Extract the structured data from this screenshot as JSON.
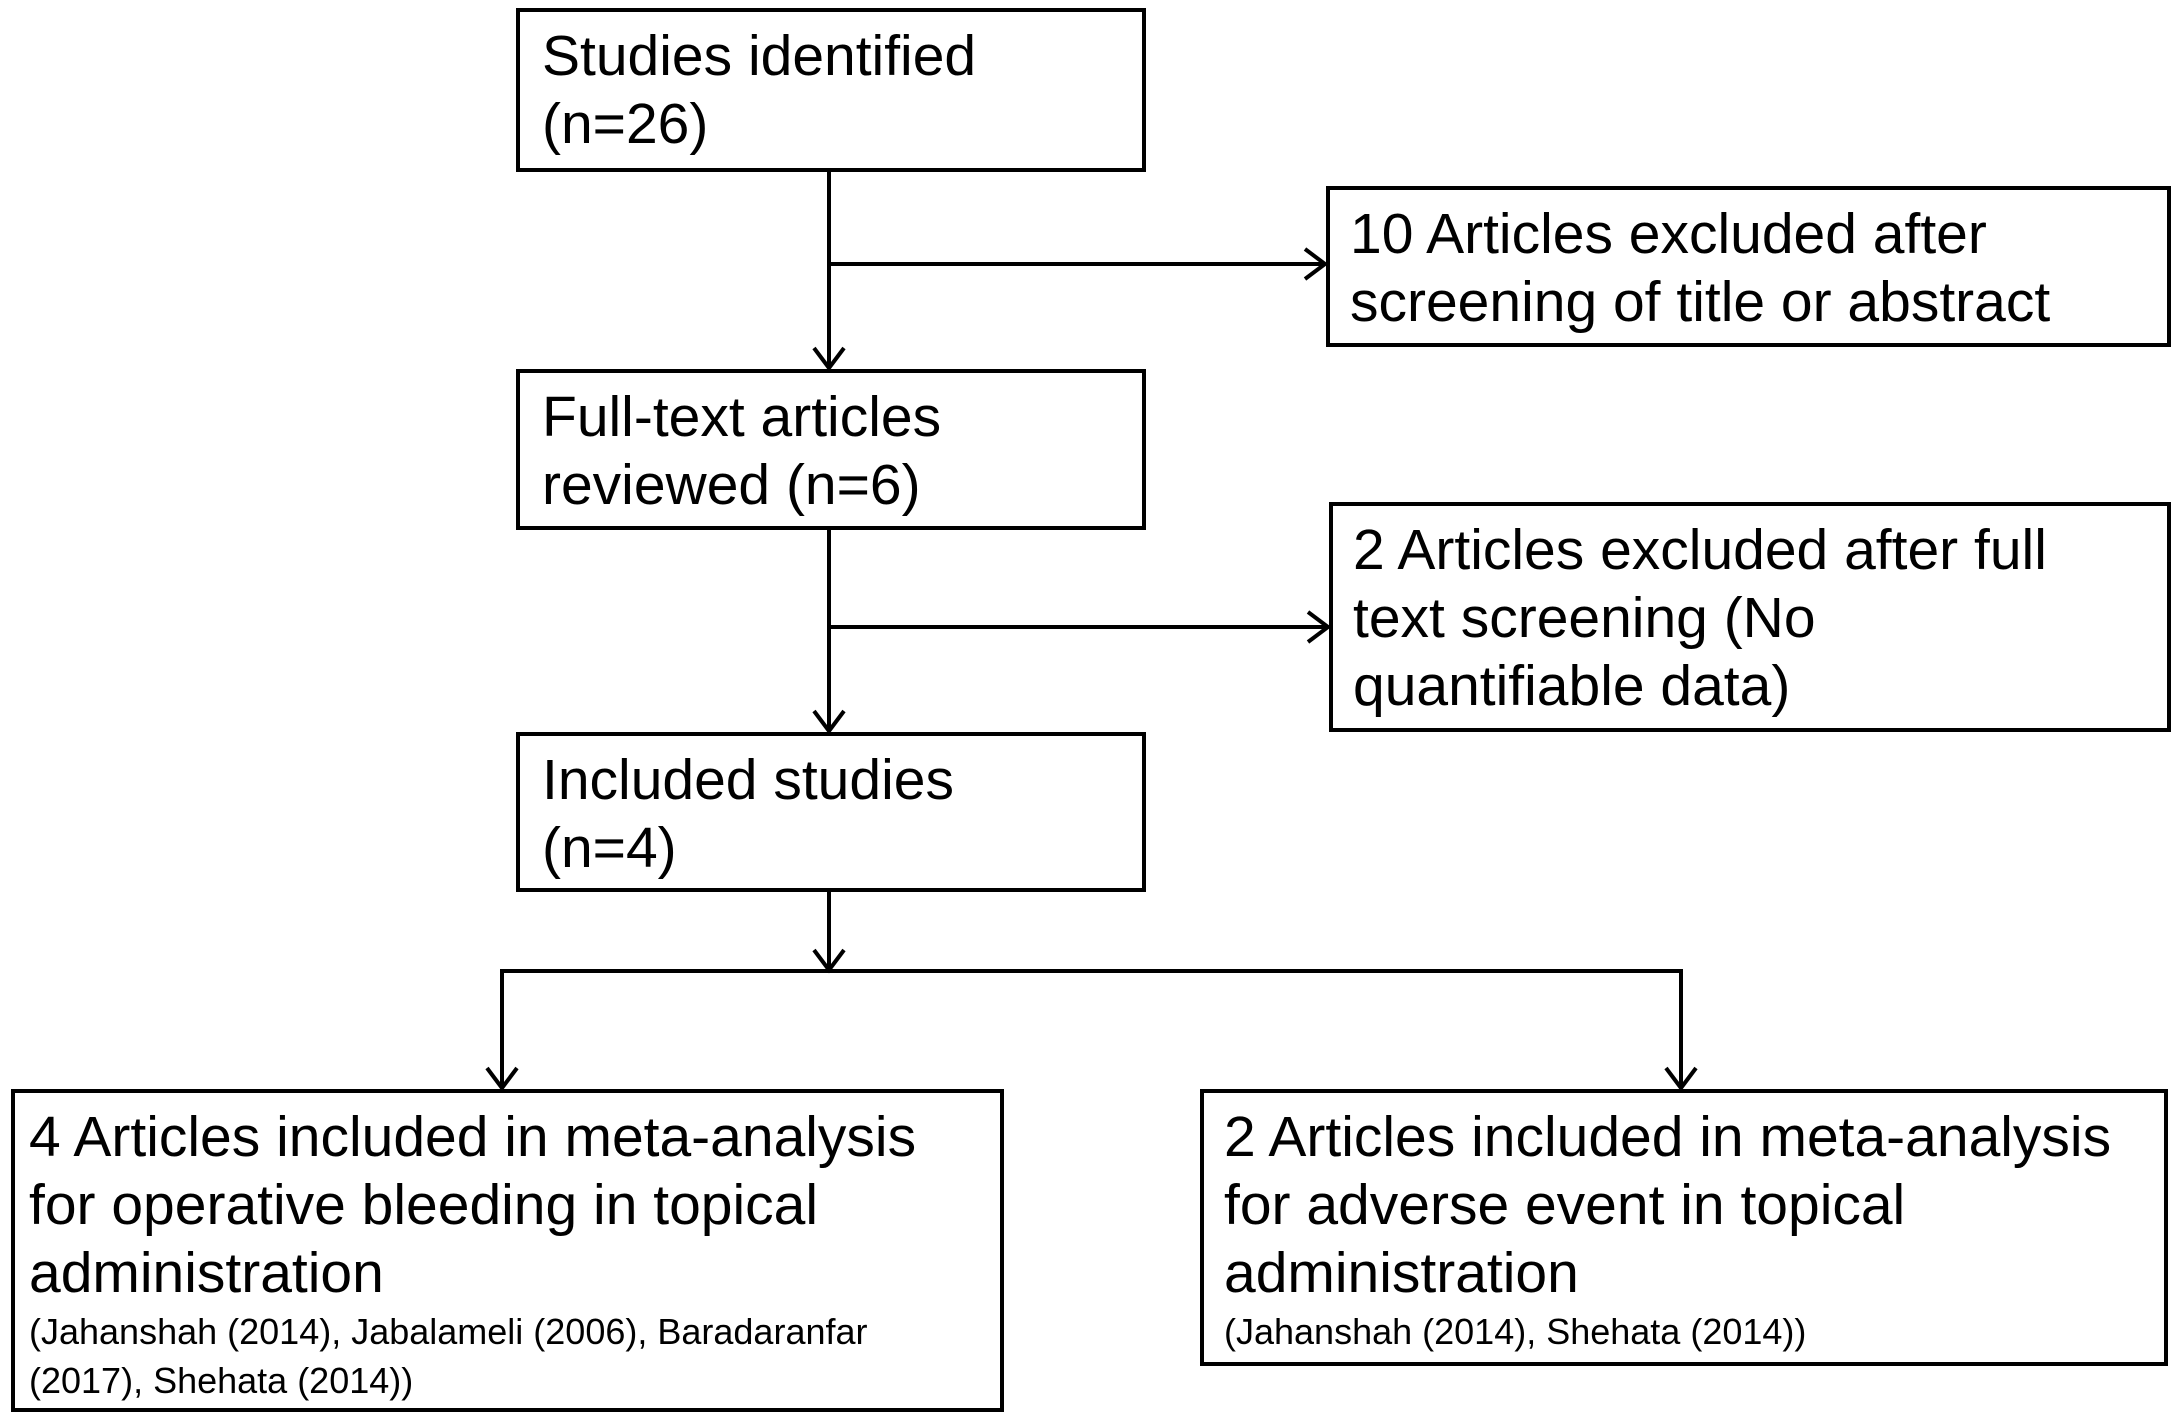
{
  "flowchart": {
    "identified": {
      "lines": [
        "Studies identified",
        "(n=26)"
      ]
    },
    "excluded_screening": {
      "lines": [
        "10 Articles excluded after",
        "screening of title or abstract"
      ]
    },
    "fulltext": {
      "lines": [
        "Full-text articles",
        "reviewed (n=6)"
      ]
    },
    "excluded_fulltext": {
      "lines": [
        "2 Articles excluded after full",
        "text screening (No",
        "quantifiable data)"
      ]
    },
    "included": {
      "lines": [
        "Included studies",
        "(n=4)"
      ]
    },
    "bleeding": {
      "lines": [
        "4 Articles included in meta-analysis",
        "for operative bleeding in topical",
        "administration"
      ],
      "refs": [
        "(Jahanshah (2014), Jabalameli (2006), Baradaranfar",
        "(2017), Shehata (2014))"
      ]
    },
    "adverse": {
      "lines": [
        "2 Articles included in meta-analysis",
        "for adverse event in topical",
        "administration"
      ],
      "refs": [
        "(Jahanshah (2014), Shehata (2014))"
      ]
    }
  },
  "colors": {
    "stroke": "#000000",
    "background": "#ffffff"
  }
}
